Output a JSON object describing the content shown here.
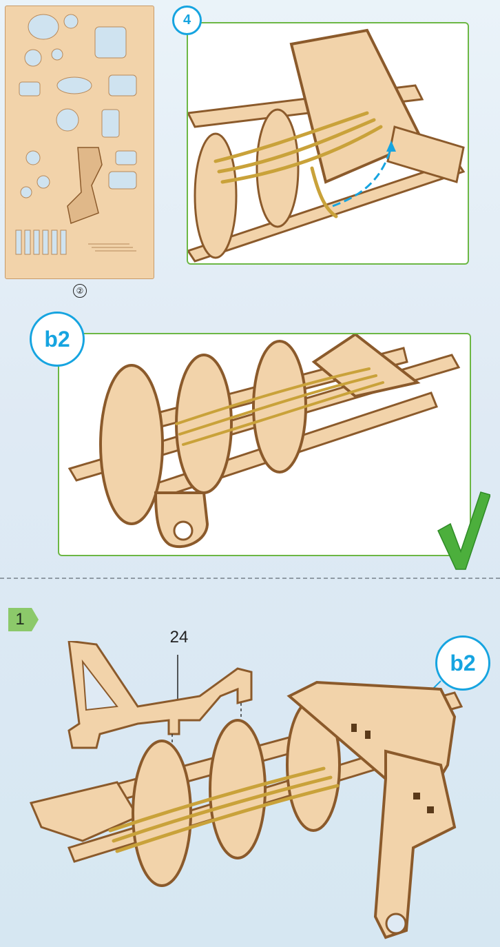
{
  "sheet": {
    "number": "②"
  },
  "steps": {
    "step4_label": "4",
    "b2_label": "b2",
    "step1_label": "1",
    "b2_callout_label": "b2",
    "part_number": "24"
  },
  "icons": {
    "checkmark": "checkmark-icon",
    "step_arrow": "step-arrow-icon"
  },
  "colors": {
    "background": "#dfeaf4",
    "wood_light": "#f2d3aa",
    "wood_edge": "#8b5a2b",
    "rubber_band": "#c9a23a",
    "badge_blue": "#16a4e0",
    "panel_green": "#6cb744",
    "check_green": "#4caf3c"
  }
}
